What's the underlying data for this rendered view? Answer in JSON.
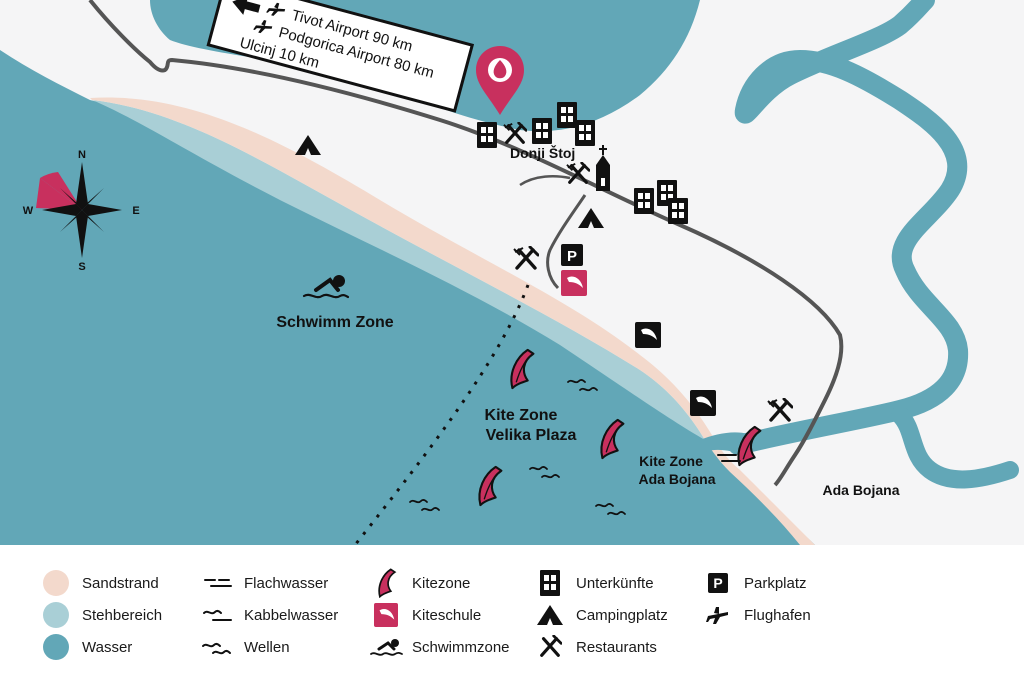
{
  "signpost": {
    "line1": "Tivot Airport  90 km",
    "line2": "Podgorica Airport  80 km",
    "line3": "Ulcinj  10 km"
  },
  "compass": {
    "north": "N",
    "east": "E",
    "south": "S",
    "west": "W"
  },
  "labels": {
    "town": "Donji Štoj",
    "swim_zone": "Schwimm Zone",
    "kite_zone_velika_1": "Kite Zone",
    "kite_zone_velika_2": "Velika Plaza",
    "kite_zone_ada_1": "Kite Zone",
    "kite_zone_ada_2": "Ada Bojana",
    "ada_bojana": "Ada Bojana"
  },
  "legend": {
    "sandstrand": "Sandstrand",
    "stehbereich": "Stehbereich",
    "wasser": "Wasser",
    "flachwasser": "Flachwasser",
    "kabbelwasser": "Kabbelwasser",
    "wellen": "Wellen",
    "kitezone": "Kitezone",
    "kiteschule": "Kiteschule",
    "schwimmzone": "Schwimmzone",
    "unterkuenfte": "Unterkünfte",
    "campingplatz": "Campingplatz",
    "restaurants": "Restaurants",
    "parkplatz": "Parkplatz",
    "flughafen": "Flughafen"
  },
  "icon_letters": {
    "parking": "P"
  },
  "colors": {
    "water": "#62a7b7",
    "shallow": "#a9cfd6",
    "sand": "#f3d9cc",
    "land": "#f5f5f6",
    "accent": "#c8305e",
    "ink": "#111111",
    "road": "#555555"
  }
}
